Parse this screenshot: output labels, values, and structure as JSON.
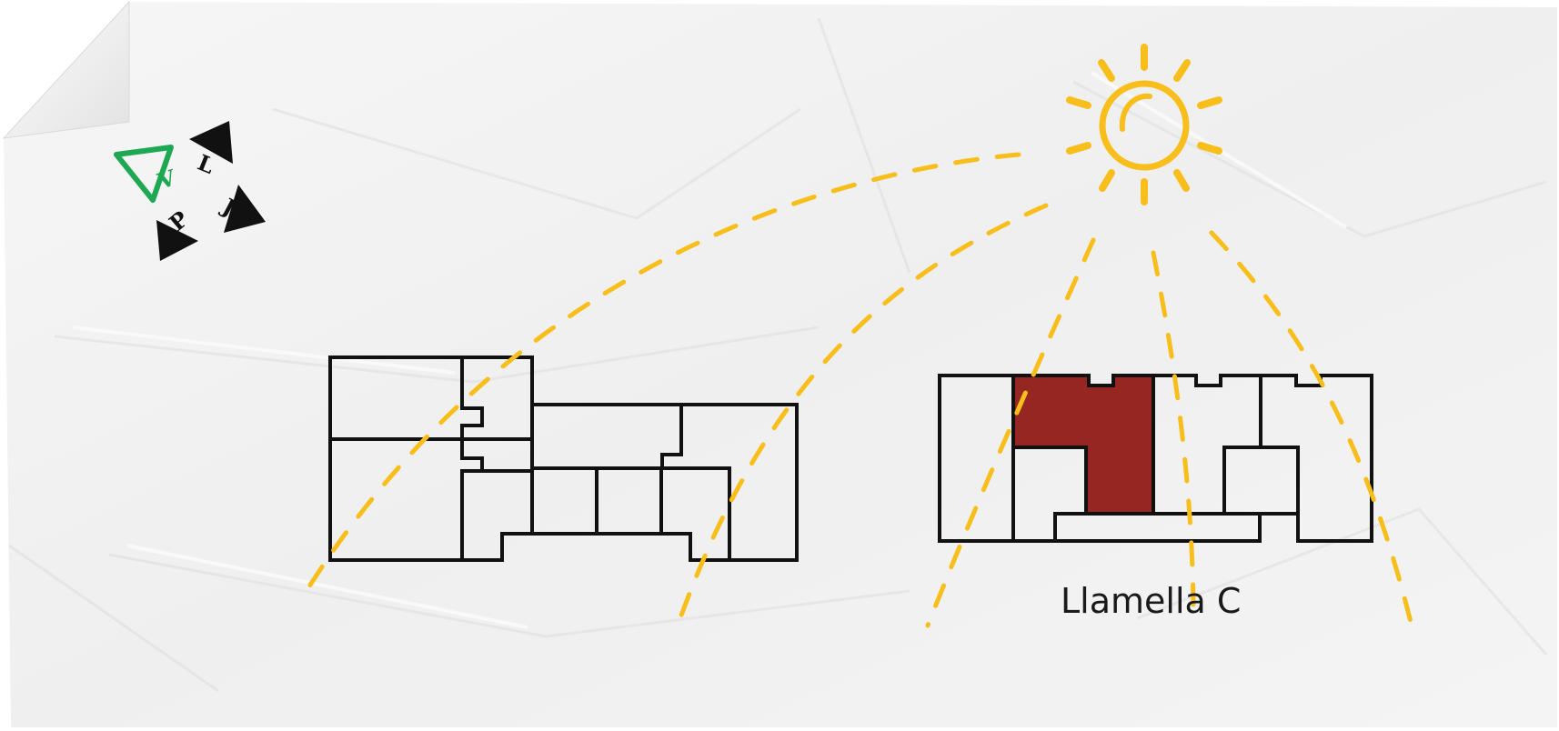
{
  "diagram": {
    "building_label": "Llamella C",
    "logo": {
      "letters": [
        "V",
        "L",
        "P",
        "J"
      ]
    },
    "colors": {
      "sun_and_rays": "#F7BE1C",
      "highlighted_unit": "#962622",
      "logo_accent": "#1FA854",
      "logo_dark": "#111111",
      "outline": "#111111",
      "paper": "#F2F2F2"
    },
    "icons": [
      "sun-icon",
      "logo-mark"
    ]
  }
}
